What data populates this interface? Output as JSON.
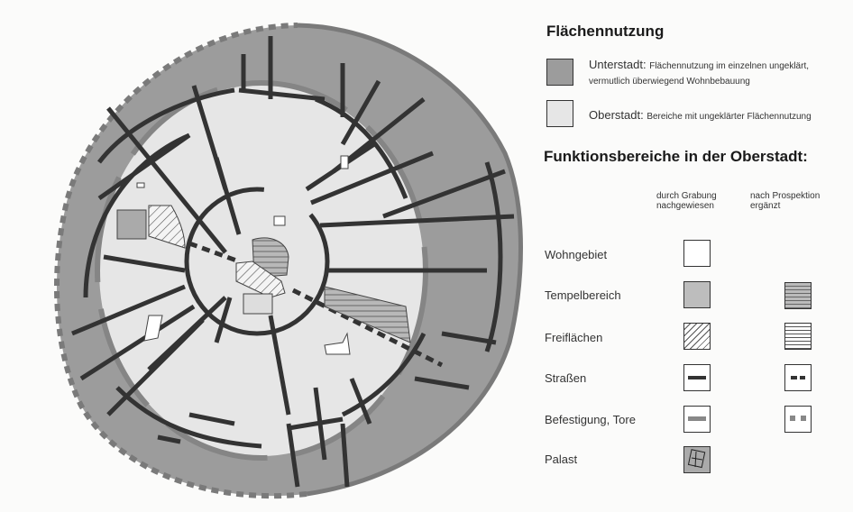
{
  "legend": {
    "title1": "Flächennutzung",
    "unterstadt": {
      "label": "Unterstadt:",
      "desc1": "Flächennutzung im einzelnen ungeklärt,",
      "desc2": "vermutlich überwiegend Wohnbebauung",
      "color": "#9c9c9c"
    },
    "oberstadt": {
      "label": "Oberstadt:",
      "desc": "Bereiche mit ungeklärter Flächennutzung",
      "color": "#e6e6e6"
    },
    "title2": "Funktionsbereiche in der Oberstadt:",
    "col1": {
      "line1": "durch Grabung",
      "line2": "nachgewiesen"
    },
    "col2": {
      "line1": "nach Prospektion",
      "line2": "ergänzt"
    },
    "rows": [
      {
        "label": "Wohngebiet"
      },
      {
        "label": "Tempelbereich"
      },
      {
        "label": "Freiflächen"
      },
      {
        "label": "Straßen"
      },
      {
        "label": "Befestigung, Tore"
      },
      {
        "label": "Palast"
      }
    ]
  }
}
